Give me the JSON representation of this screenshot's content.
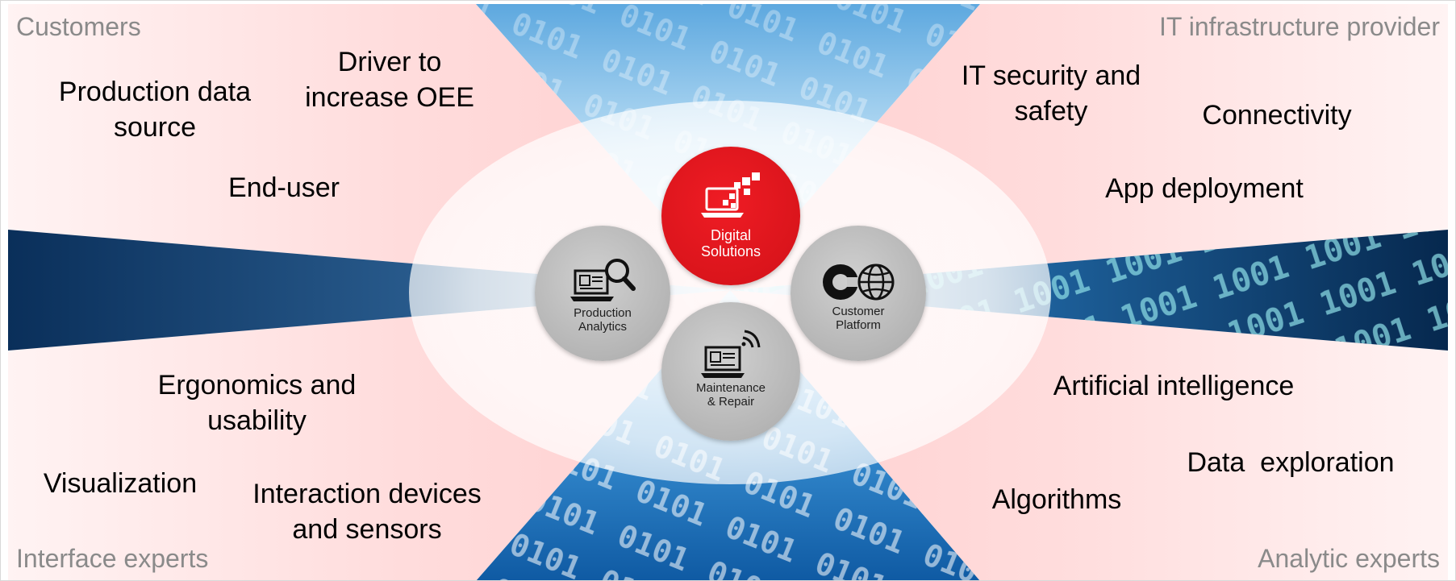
{
  "quadrants": {
    "top_left": {
      "title": "Customers",
      "items": [
        "Production data\nsource",
        "Driver to\nincrease OEE",
        "End-user"
      ]
    },
    "top_right": {
      "title": "IT infrastructure provider",
      "items": [
        "IT security and\nsafety",
        "Connectivity",
        "App deployment"
      ]
    },
    "bottom_left": {
      "title": "Interface experts",
      "items": [
        "Ergonomics and\nusability",
        "Visualization",
        "Interaction devices\nand sensors"
      ]
    },
    "bottom_right": {
      "title": "Analytic experts",
      "items": [
        "Artificial intelligence",
        "Data  exploration",
        "Algorithms"
      ]
    }
  },
  "nodes": {
    "digital_solutions": {
      "label": "Digital\nSolutions",
      "icon": "laptop-pixels-icon"
    },
    "production_analytics": {
      "label": "Production\nAnalytics",
      "icon": "laptop-magnifier-icon"
    },
    "customer_platform": {
      "label": "Customer\nPlatform",
      "icon": "gear-globe-icon"
    },
    "maintenance_repair": {
      "label": "Maintenance\n& Repair",
      "icon": "laptop-wireless-icon"
    }
  },
  "colors": {
    "accent_red": "#e3141b",
    "node_gray": "#b9b9b9",
    "quadrant_pink": "#ffd9d9",
    "binary_blue": "#1f7fc8",
    "corner_text": "#8a8a8a"
  }
}
